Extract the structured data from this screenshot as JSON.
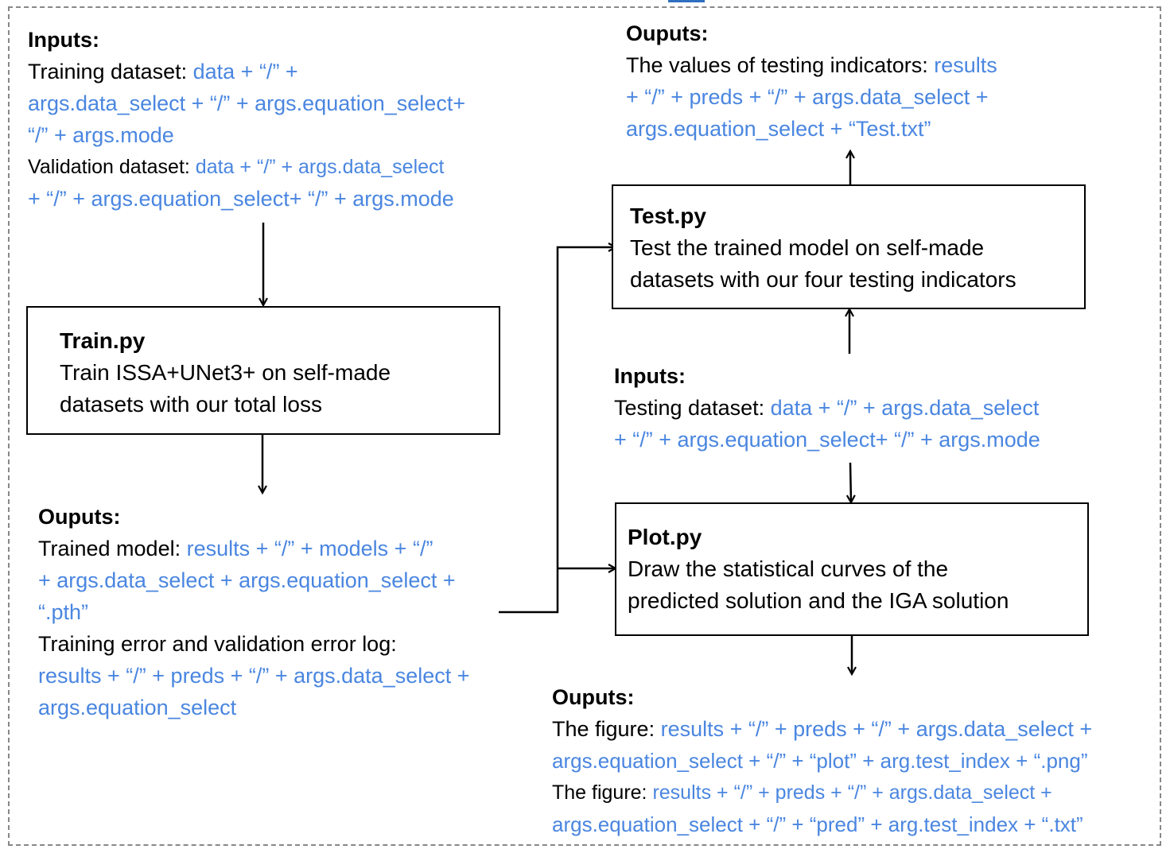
{
  "train_inputs": {
    "heading": "Inputs:",
    "line1_label": "Training dataset: ",
    "line1_path": "data + “/” +",
    "line2_path": "args.data_select +  “/” + args.equation_select+",
    "line3_path": "“/” + args.mode",
    "line4_label": "Validation dataset: ",
    "line4_path": "data + “/” + args.data_select",
    "line5_path": "+  “/” + args.equation_select+ “/” + args.mode"
  },
  "train_box": {
    "title": "Train.py",
    "line1": "Train ISSA+UNet3+ on self-made",
    "line2": "datasets with our total loss"
  },
  "train_outputs": {
    "heading": "Ouputs:",
    "line1_label": "Trained model: ",
    "line1_path": "results + “/” + models + “/”",
    "line2_path": "+ args.data_select + args.equation_select +",
    "line3_path": "“.pth”",
    "line4_label": "Training error and validation error log:",
    "line5_path": "results + “/” + preds + “/” + args.data_select +",
    "line6_path": "args.equation_select"
  },
  "test_outputs": {
    "heading": "Ouputs:",
    "line1_label": "The values of testing indicators: ",
    "line1_path": "results",
    "line2_path": "+ “/” + preds + “/” + args.data_select +",
    "line3_path": "args.equation_select + “Test.txt”"
  },
  "test_box": {
    "title": "Test.py",
    "line1": "Test the trained model on self-made",
    "line2": "datasets with our four testing indicators"
  },
  "test_inputs": {
    "heading": "Inputs:",
    "line1_label": "Testing dataset: ",
    "line1_path": "data + “/” + args.data_select",
    "line2_path": "+  “/” + args.equation_select+ “/” + args.mode"
  },
  "plot_box": {
    "title": "Plot.py",
    "line1": "Draw the statistical curves of the",
    "line2": "predicted solution and the IGA solution"
  },
  "plot_outputs": {
    "heading": "Ouputs:",
    "line1_label": "The figure: ",
    "line1_path": "results + “/” + preds + “/” + args.data_select +",
    "line2_path": "args.equation_select + “/” +  “plot” + arg.test_index + “.png”",
    "line3_label": "The figure: ",
    "line3_path": "results + “/” + preds + “/” + args.data_select +",
    "line4_path": "args.equation_select + “/” +  “pred” + arg.test_index + “.txt”"
  },
  "colors": {
    "path_text": "#4a86e0",
    "border": "#888888"
  }
}
